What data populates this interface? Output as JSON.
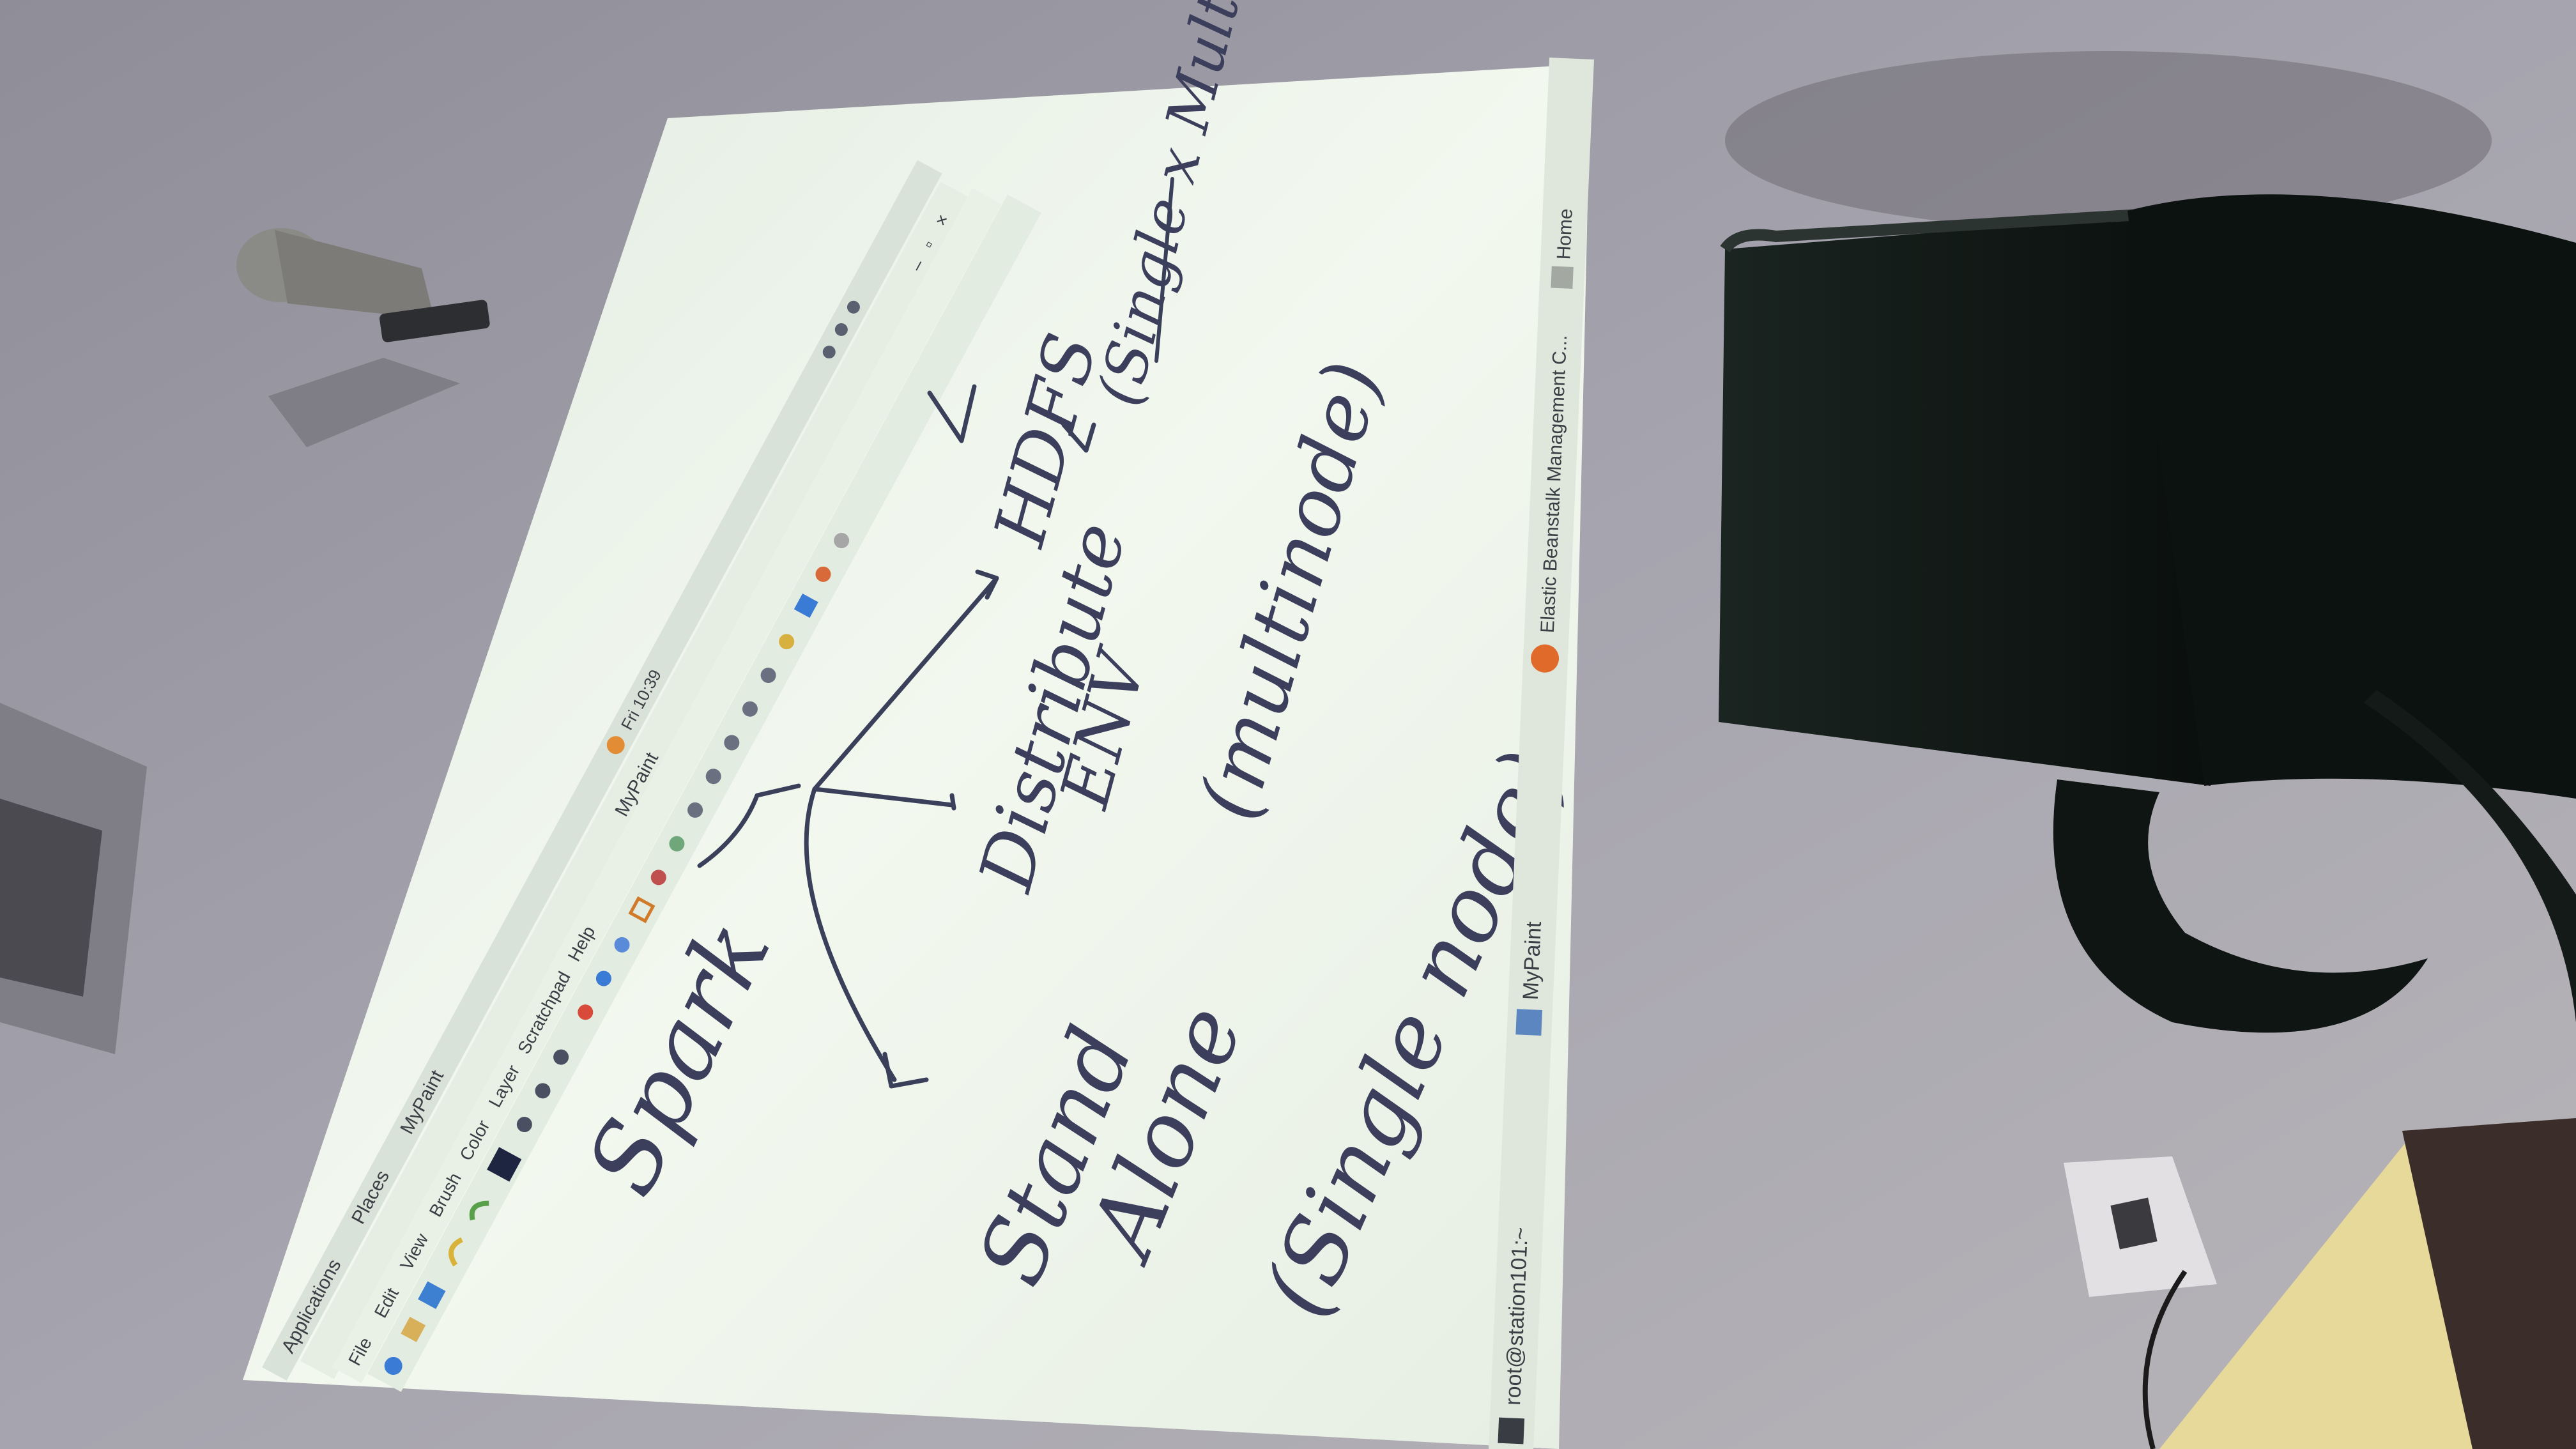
{
  "topbar": {
    "applications_label": "Applications",
    "places_label": "Places",
    "app_label": "MyPaint",
    "clock_text": "Fri 10:39"
  },
  "window": {
    "title": "MyPaint",
    "menu": [
      "File",
      "Edit",
      "View",
      "Brush",
      "Color",
      "Layer",
      "Scratchpad",
      "Help"
    ]
  },
  "canvas_text": {
    "spark": "Spark",
    "standalone_line1": "Stand",
    "standalone_line2": "Alone",
    "single_node": "(Single node)",
    "distributed_line1": "Distribute",
    "distributed_line2": "ENV",
    "multinode": "(multinode)",
    "hdfs": "HDFS",
    "single_multi": "(Single x Multi)"
  },
  "taskbar": {
    "terminal_label": "root@station101:~",
    "mypaint_label": "MyPaint",
    "browser_label": "Elastic Beanstalk Management C...",
    "home_label": "Home"
  },
  "colors": {
    "wall": "#9c9aa4",
    "projection": "#eef4ea",
    "ink": "#3a3f5a",
    "chair": "#101814"
  }
}
